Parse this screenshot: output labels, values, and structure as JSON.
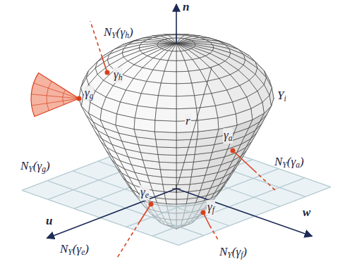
{
  "diagram": {
    "labels": [
      "n",
      "NΥ(γh)",
      "γh",
      "γg",
      "NΥ(γg)",
      "r",
      "Υi",
      "γa",
      "NΥ(γa)",
      "u",
      "w",
      "γe",
      "NΥ(γe)",
      "γf",
      "NΥ(γf)"
    ]
  }
}
